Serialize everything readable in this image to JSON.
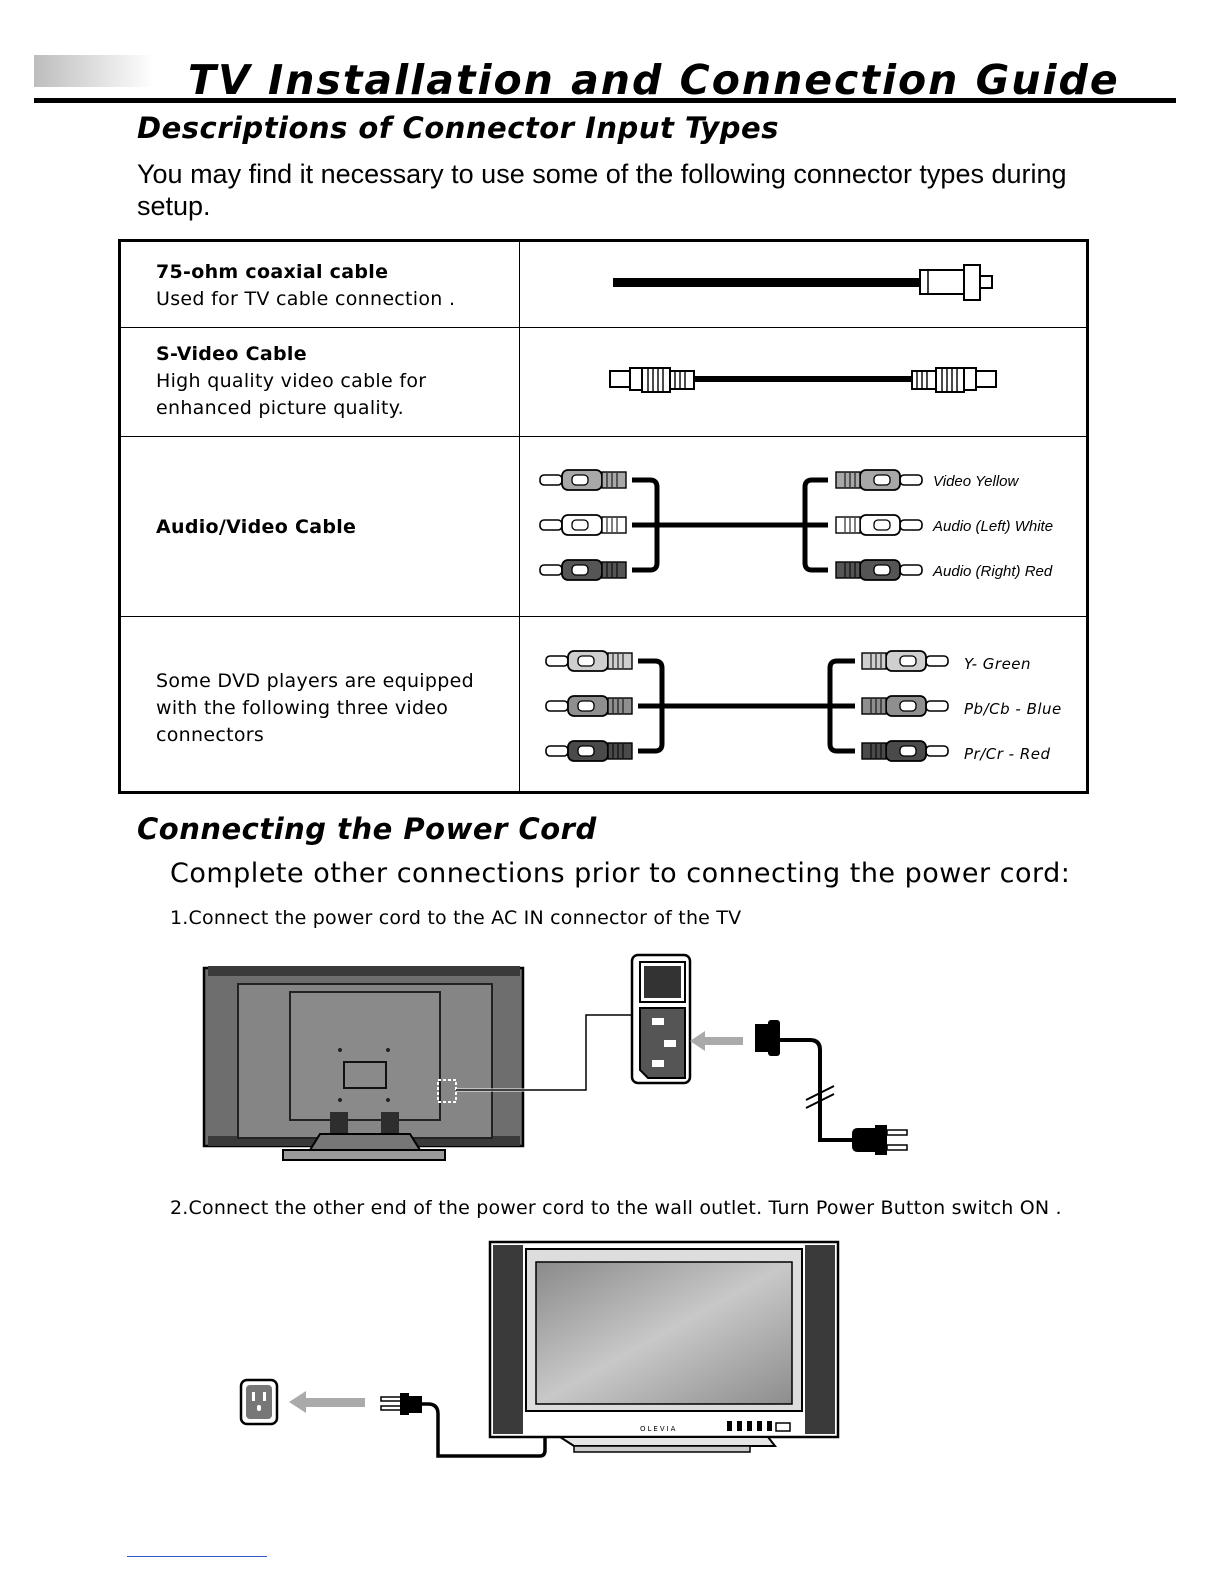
{
  "header": {
    "title": "TV Installation and Connection Guide"
  },
  "connectors": {
    "section_title": "Descriptions of Connector Input Types",
    "intro": "You may find it necessary to use some of the following connector types during setup.",
    "rows": [
      {
        "title": "75-ohm coaxial cable",
        "desc_1": "Used for TV cable connection ."
      },
      {
        "title": "S-Video Cable",
        "desc_1": "High quality video cable for",
        "desc_2": "enhanced picture quality."
      },
      {
        "title": "Audio/Video Cable",
        "labels": [
          "Video  Yellow",
          "Audio (Left)  White",
          "Audio (Right)  Red"
        ]
      },
      {
        "desc_1": "Some DVD players are equipped",
        "desc_2": "with the following three video",
        "desc_3": "connectors",
        "labels": [
          "Y- Green",
          "Pb/Cb - Blue",
          "Pr/Cr - Red"
        ]
      }
    ]
  },
  "power": {
    "section_title": "Connecting the Power Cord",
    "subtitle": "Complete other connections prior to connecting the power cord:",
    "step_1": "1.Connect the power cord to the AC IN connector of the TV",
    "step_2": "2.Connect the other end of the power cord to the wall outlet. Turn Power Button switch  ON ."
  }
}
